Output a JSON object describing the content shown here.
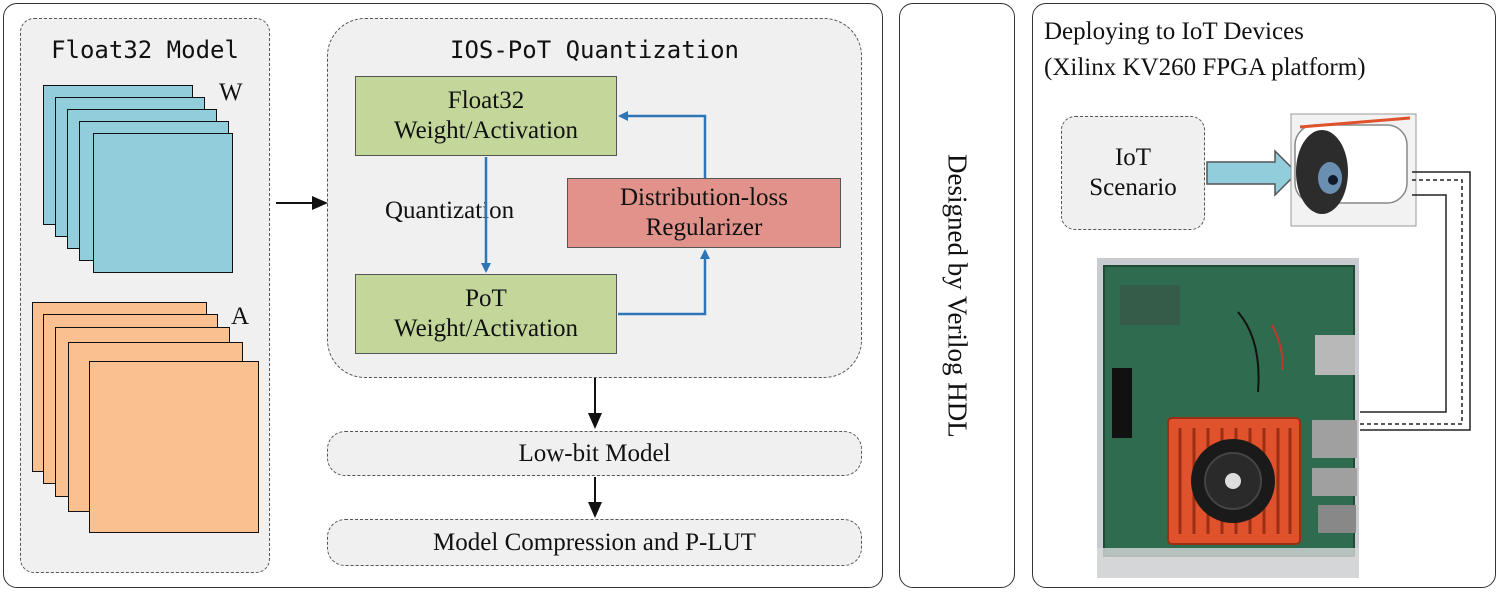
{
  "float32_model": {
    "title": "Float32 Model",
    "weights_label": "W",
    "activations_label": "A"
  },
  "quantization": {
    "title": "IOS-PoT Quantization",
    "float32_box": "Float32\nWeight/Activation",
    "quantization_label": "Quantization",
    "regularizer_box": "Distribution-loss\nRegularizer",
    "pot_box": "PoT\nWeight/Activation"
  },
  "low_bit_model": "Low-bit Model",
  "model_compression": "Model Compression and P-LUT",
  "verilog_label": "Designed by Verilog HDL",
  "deploy": {
    "title_line1": "Deploying to IoT Devices",
    "title_line2": "(Xilinx KV260 FPGA platform)",
    "iot_scenario": "IoT\nScenario"
  },
  "colors": {
    "weight_sheet": "#92cddc",
    "activation_sheet": "#fac090",
    "green_box": "#c4d79b",
    "red_box": "#e0928b",
    "arrow_blue": "#2e75b6",
    "pcb_green": "#2f6b4f",
    "heatsink_orange": "#e0522c"
  }
}
